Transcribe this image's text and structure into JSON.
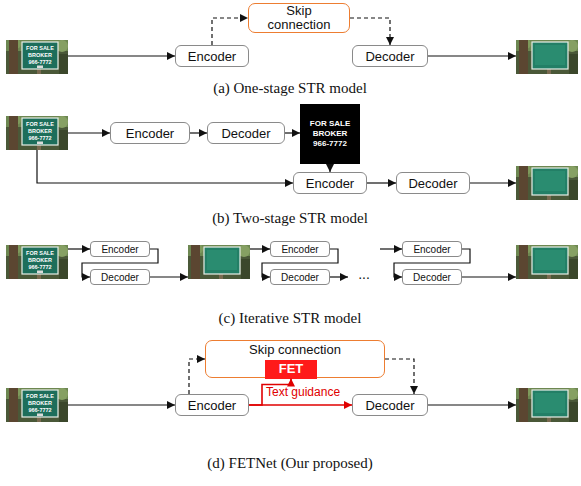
{
  "diagram": {
    "nodes": [
      {
        "text": [
          "Skip connection"
        ]
      },
      {
        "text": [
          "Encoder"
        ]
      },
      {
        "text": [
          "Decoder"
        ]
      },
      {
        "text": [
          "Encoder"
        ]
      },
      {
        "text": [
          "Decoder"
        ]
      },
      {
        "text": [
          "FOR SALE BROKER 966-7772"
        ]
      },
      {
        "text": [
          "Encoder"
        ]
      },
      {
        "text": [
          "Decoder"
        ]
      },
      {
        "text": [
          "Encoder"
        ]
      },
      {
        "text": [
          "Decoder"
        ]
      },
      {
        "text": [
          "Encoder"
        ]
      },
      {
        "text": [
          "Decoder"
        ]
      },
      {
        "text": [
          "Encoder"
        ]
      },
      {
        "text": [
          "Decoder"
        ]
      },
      {
        "text": [
          "Skip connection"
        ]
      },
      {
        "text": [
          "FET"
        ],
        "in": 14
      },
      {
        "text": [
          "Encoder"
        ]
      },
      {
        "text": [
          "Decoder"
        ]
      }
    ],
    "edges": [
      {
        "from": 1,
        "to": 0,
        "arrow": "to"
      },
      {
        "from": 0,
        "to": 2,
        "arrow": "to"
      },
      {
        "from": 3,
        "to": 4,
        "arrow": "to"
      },
      {
        "from": 4,
        "to": 5,
        "arrow": "to"
      },
      {
        "from": 5,
        "to": 6,
        "arrow": "to"
      },
      {
        "from": 6,
        "to": 7,
        "arrow": "to"
      },
      {
        "from": 8,
        "to": 9,
        "arrow": "to"
      },
      {
        "from": 10,
        "to": 11,
        "arrow": "to"
      },
      {
        "from": 12,
        "to": 13,
        "arrow": "to"
      },
      {
        "from": 16,
        "to": 14,
        "arrow": "to"
      },
      {
        "from": 14,
        "to": 17,
        "arrow": "to"
      },
      {
        "from": 16,
        "to": 17,
        "arrow": "to"
      },
      {
        "from": 16,
        "to": 15,
        "label": "Text guidance",
        "arrow": "to"
      }
    ],
    "labels": [
      "(a) One-stage STR model",
      "(b) Two-stage STR model",
      "(c) Iterative STR model",
      "(d) FETNet (Our proposed)",
      "FOR SALE BROKER 966-7772",
      "FOR SALE BROKER 966-7772",
      "FOR SALE BROKER 966-7772",
      "FOR SALE BROKER 966-7772",
      "..."
    ]
  }
}
